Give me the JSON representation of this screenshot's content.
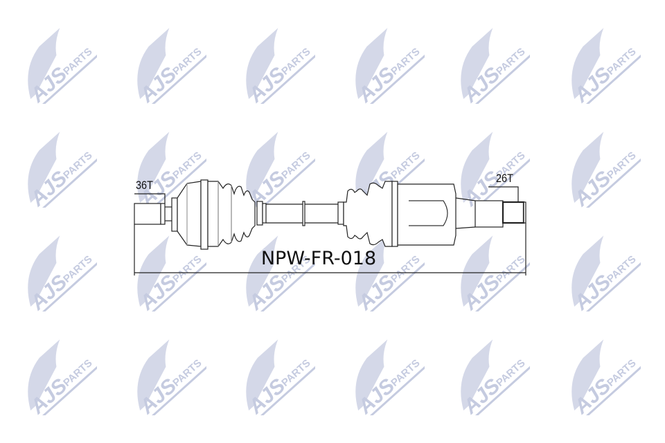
{
  "watermark": {
    "brand_main": "AJS",
    "brand_sub": "PARTS",
    "color": "#c5cbe0",
    "columns_x": [
      75,
      233,
      390,
      548,
      700,
      860
    ],
    "rows_y": [
      95,
      245,
      395,
      545
    ]
  },
  "drawing": {
    "part_number": "NPW-FR-018",
    "left_spline": "36T",
    "right_spline": "26T",
    "line_color": "#222222"
  }
}
